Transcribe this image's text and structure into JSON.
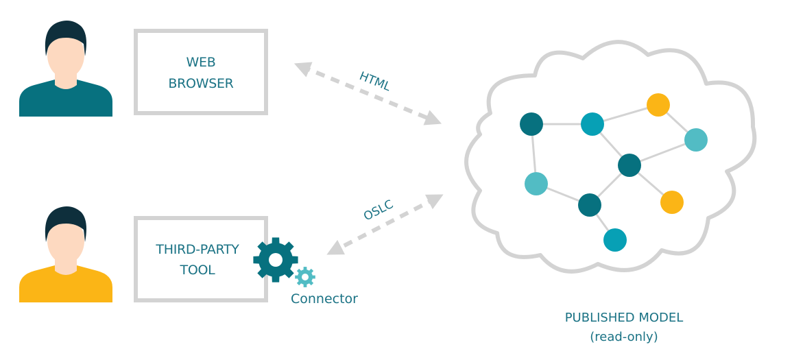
{
  "web_browser": {
    "line1": "WEB",
    "line2": "BROWSER"
  },
  "third_party_tool": {
    "line1": "THIRD-PARTY",
    "line2": "TOOL"
  },
  "connector": {
    "label": "Connector"
  },
  "edges": {
    "html": "HTML",
    "oslc": "OSLC"
  },
  "published_model": {
    "line1": "PUBLISHED MODEL",
    "line2": "(read-only)"
  },
  "icons": {
    "user_top": "user-icon",
    "user_bottom": "user-icon",
    "gear_large": "gear-icon",
    "gear_small": "gear-icon",
    "cloud": "cloud-icon"
  },
  "colors": {
    "dark_teal": "#07717f",
    "teal": "#07a0b5",
    "light_teal": "#52bcc4",
    "yellow": "#fbb516",
    "skin": "#fdd9c0",
    "hair": "#0e2f3c",
    "outline": "#d3d3d3",
    "text": "#1a7284"
  }
}
